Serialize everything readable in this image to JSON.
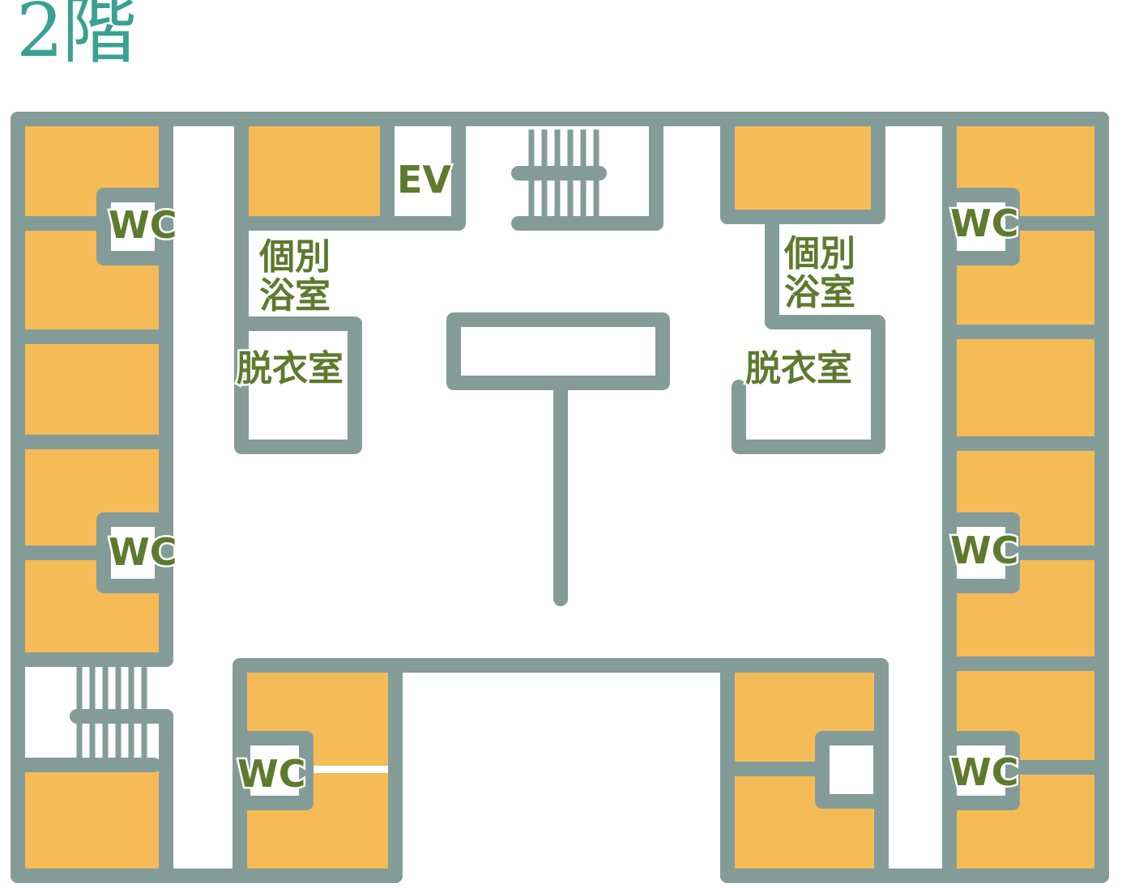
{
  "title": "2階",
  "labels": {
    "ev": "EV",
    "wc": "WC",
    "bath_line1": "個別",
    "bath_line2": "浴室",
    "dressing": "脱衣室"
  },
  "colors": {
    "title": "#3aa192",
    "room_fill": "#f5bb57",
    "wall": "#849c98",
    "label": "#5e7a2e"
  }
}
